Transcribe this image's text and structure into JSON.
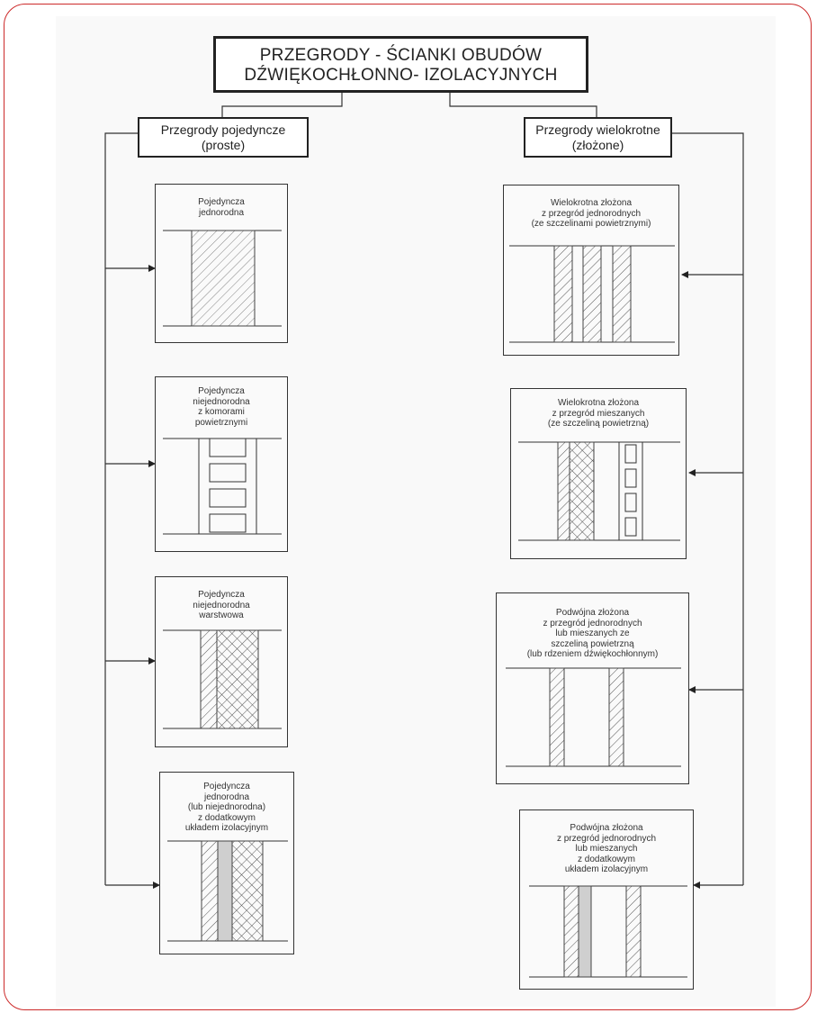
{
  "title": {
    "line1": "PRZEGRODY - ŚCIANKI OBUDÓW",
    "line2": "DŹWIĘKOCHŁONNO- IZOLACYJNYCH"
  },
  "left_header": {
    "line1": "Przegrody pojedyncze",
    "line2": "(proste)"
  },
  "right_header": {
    "line1": "Przegrody wielokrotne",
    "line2": "(złożone)"
  },
  "left_items": [
    {
      "caption": [
        "Pojedyncza",
        "jednorodna"
      ]
    },
    {
      "caption": [
        "Pojedyncza",
        "niejednorodna",
        "z komorami",
        "powietrznymi"
      ]
    },
    {
      "caption": [
        "Pojedyncza",
        "niejednorodna",
        "warstwowa"
      ]
    },
    {
      "caption": [
        "Pojedyncza",
        "jednorodna",
        "(lub niejednorodna)",
        "z dodatkowym",
        "układem izolacyjnym"
      ]
    }
  ],
  "right_items": [
    {
      "caption": [
        "Wielokrotna złożona",
        "z przegród jednorodnych",
        "(ze szczelinami powietrznymi)"
      ]
    },
    {
      "caption": [
        "Wielokrotna złożona",
        "z przegród mieszanych",
        "(ze szczeliną powietrzną)"
      ]
    },
    {
      "caption": [
        "Podwójna złożona",
        "z przegród jednorodnych",
        "lub mieszanych ze",
        "szczeliną powietrzną",
        "(lub rdzeniem dźwiękochłonnym)"
      ]
    },
    {
      "caption": [
        "Podwójna złożona",
        "z przegród jednorodnych",
        "lub mieszanych",
        "z dodatkowym",
        "układem izolacyjnym"
      ]
    }
  ]
}
